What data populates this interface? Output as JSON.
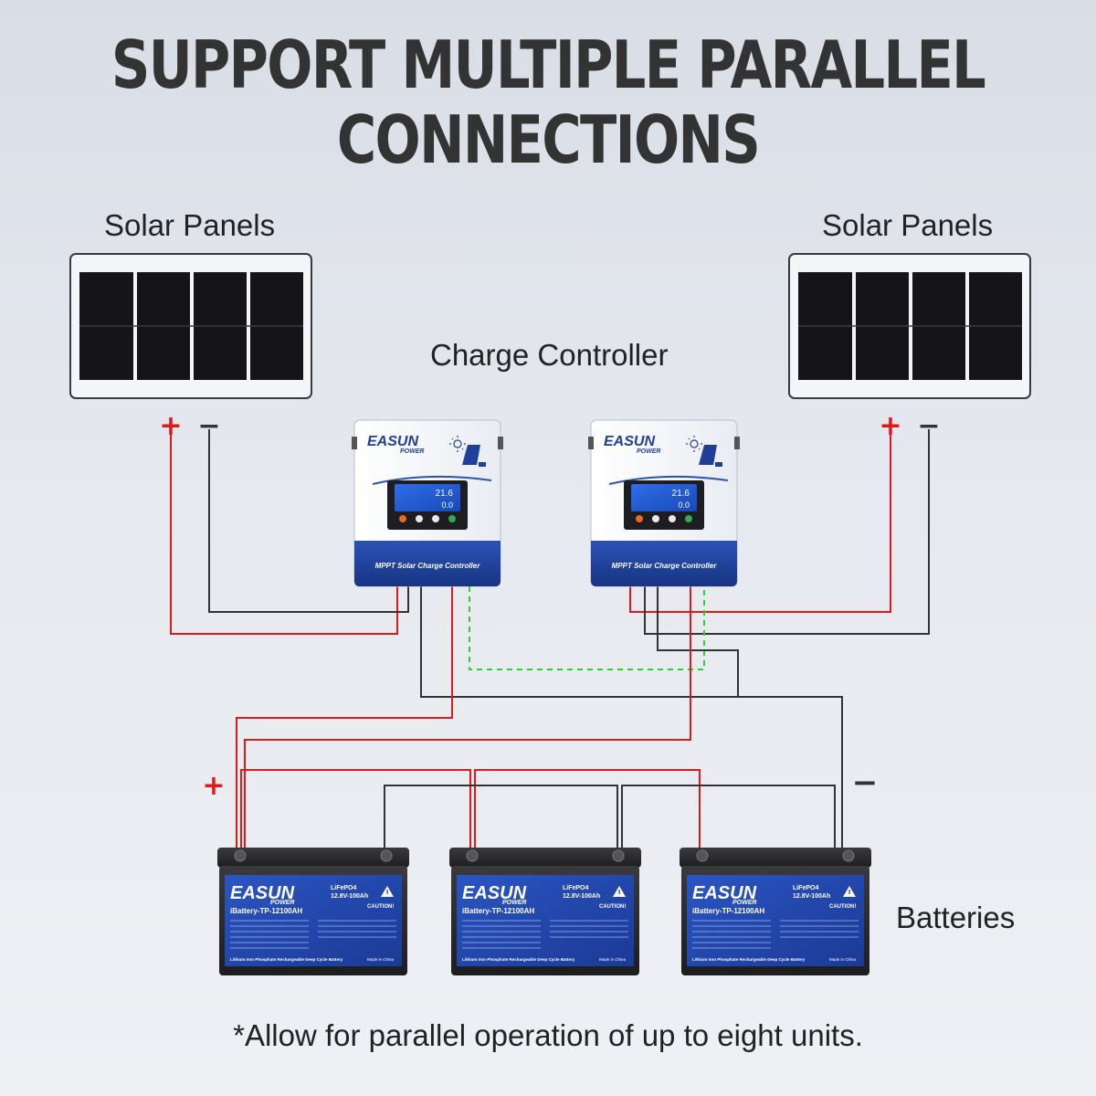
{
  "headline": {
    "line1": "SUPPORT MULTIPLE PARALLEL",
    "line2": "CONNECTIONS"
  },
  "labels": {
    "solar_left": "Solar Panels",
    "solar_right": "Solar Panels",
    "controller": "Charge Controller",
    "batteries": "Batteries",
    "plus_sign": "+",
    "minus_sign": "−"
  },
  "controller": {
    "brand_main": "EASUN",
    "brand_sub": "POWER",
    "screen_top": "21.6",
    "screen_bottom": "0.0",
    "model": "MPPT Solar Charge Controller"
  },
  "battery": {
    "brand_main": "EASUN",
    "brand_sub": "POWER",
    "chemistry": "LiFePO4",
    "rating": "12.8V-100Ah",
    "model": "iBattery-TP-12100AH",
    "caution": "CAUTION!",
    "description": "Lithium Iron Phosphate Rechargeable Deep Cycle Battery",
    "origin": "Made in China"
  },
  "footnote": "*Allow for parallel operation of up to eight units.",
  "colors": {
    "positive_wire": "#e01a1a",
    "negative_wire": "#333333",
    "communication_wire": "#33cc33",
    "controller_blue": "#1f3f99",
    "panel_cell": "#151518"
  },
  "icons": {
    "sun": "sun-icon",
    "solar_panel": "solar-panel-icon",
    "plug": "plug-icon",
    "warning": "warning-icon"
  }
}
